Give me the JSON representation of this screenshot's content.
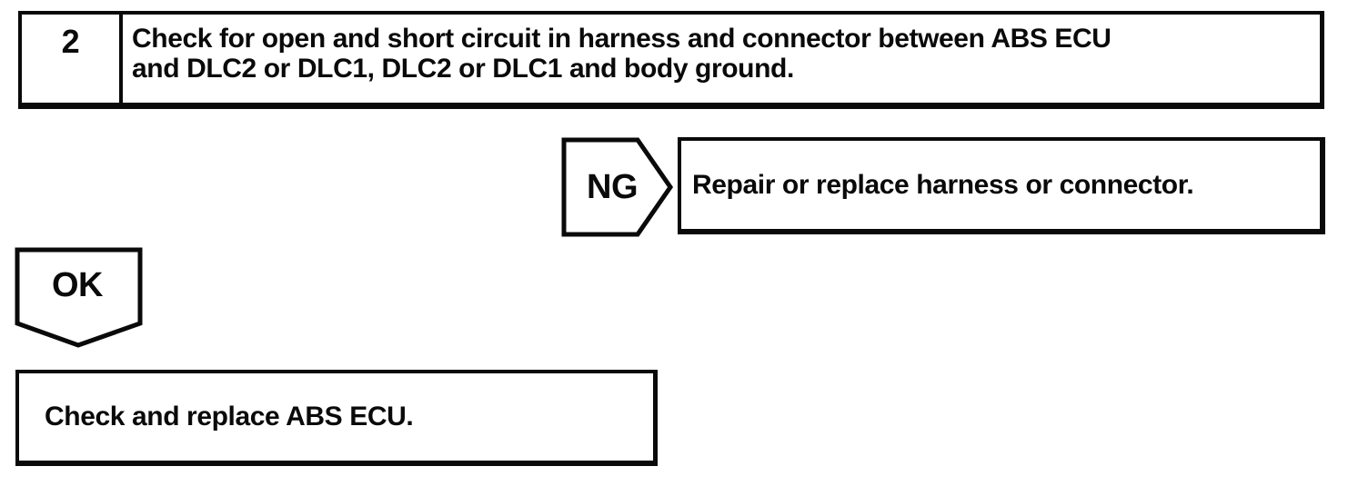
{
  "page": {
    "background_color": "#ffffff",
    "ink_color": "#0a0a0a"
  },
  "flowchart": {
    "step": {
      "number": "2",
      "instruction_lines": [
        "Check for open and short circuit in harness and connector between ABS ECU",
        "and DLC2 or DLC1, DLC2 or DLC1 and body ground."
      ]
    },
    "ng_branch": {
      "label": "NG",
      "action": "Repair or replace harness or connector."
    },
    "ok_branch": {
      "label": "OK",
      "action": "Check and replace ABS ECU."
    }
  }
}
